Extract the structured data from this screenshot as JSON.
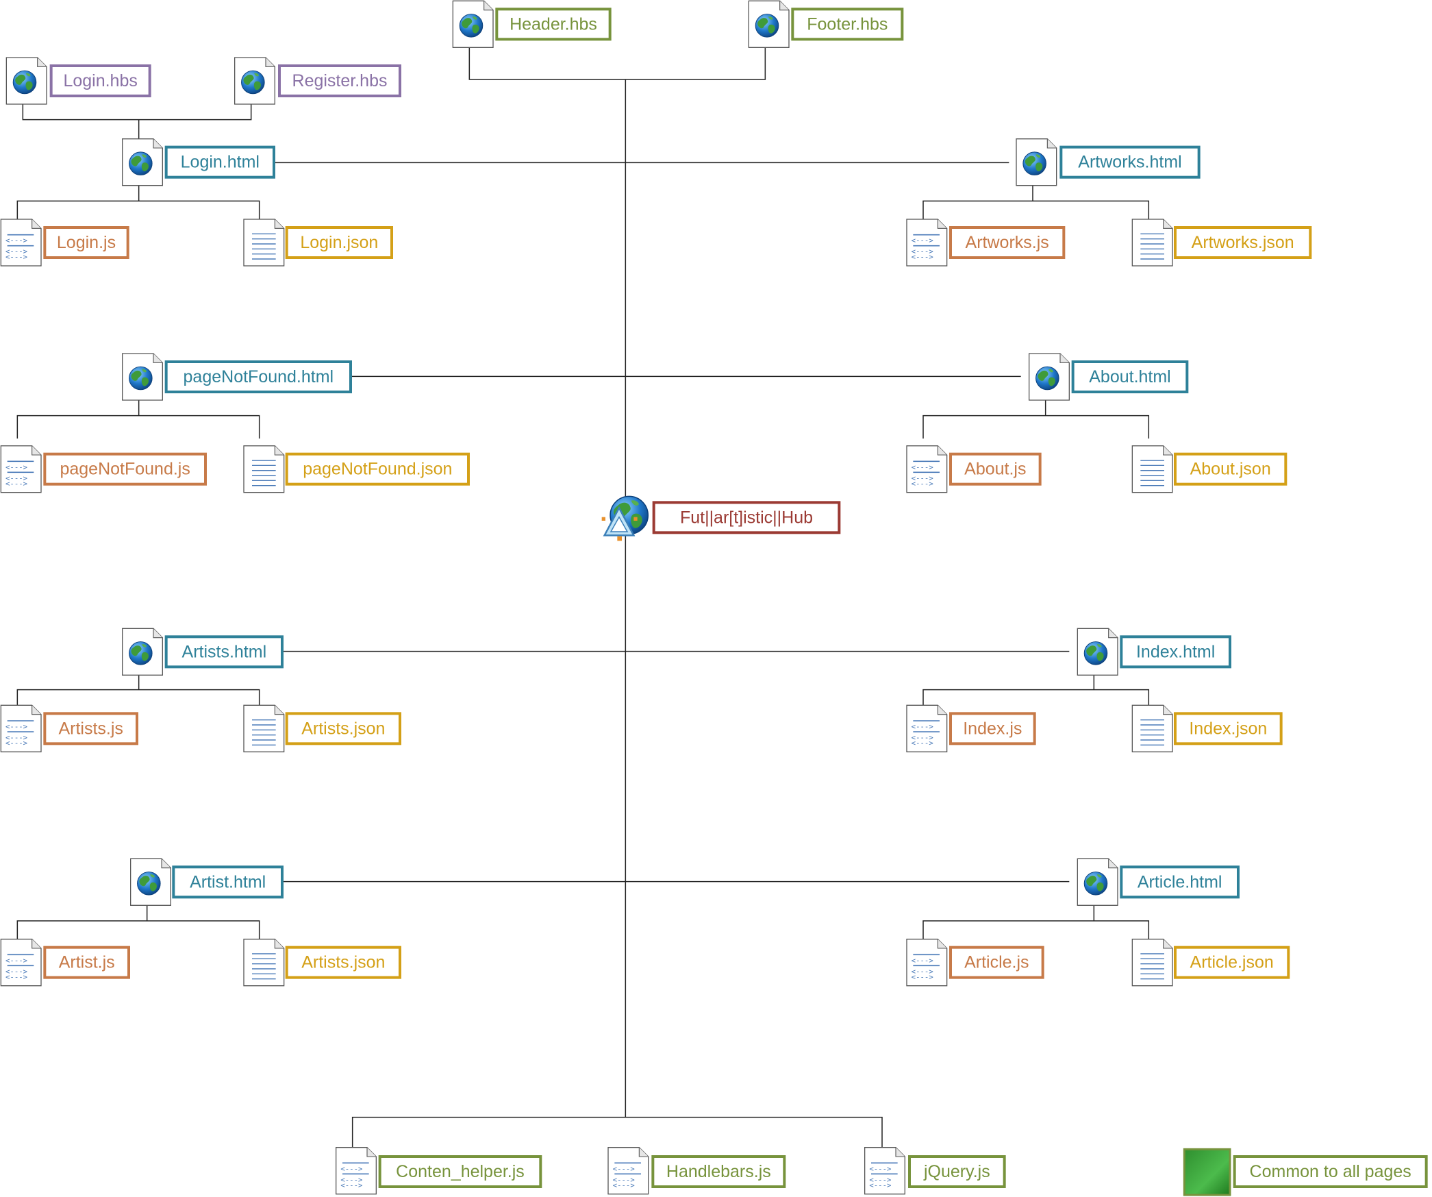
{
  "colors": {
    "hbs": "#8a72a6",
    "html": "#2e8199",
    "js": "#c77a48",
    "json": "#d4a017",
    "common": "#77933c",
    "root": "#9b3a33"
  },
  "root": {
    "label": "Fut||ar[t]istic||Hub",
    "icon": "website-globe-icon"
  },
  "shared_templates": [
    {
      "id": "header-hbs",
      "label": "Header.hbs",
      "kind": "common",
      "icon": "web-page-icon"
    },
    {
      "id": "footer-hbs",
      "label": "Footer.hbs",
      "kind": "common",
      "icon": "web-page-icon"
    }
  ],
  "login_templates": [
    {
      "id": "login-hbs",
      "label": "Login.hbs",
      "kind": "hbs",
      "icon": "web-page-icon"
    },
    {
      "id": "register-hbs",
      "label": "Register.hbs",
      "kind": "hbs",
      "icon": "web-page-icon"
    }
  ],
  "pages": [
    {
      "id": "login",
      "html": "Login.html",
      "js": "Login.js",
      "json": "Login.json"
    },
    {
      "id": "artworks",
      "html": "Artworks.html",
      "js": "Artworks.js",
      "json": "Artworks.json"
    },
    {
      "id": "pagenotfound",
      "html": "pageNotFound.html",
      "js": "pageNotFound.js",
      "json": "pageNotFound.json"
    },
    {
      "id": "about",
      "html": "About.html",
      "js": "About.js",
      "json": "About.json"
    },
    {
      "id": "artists",
      "html": "Artists.html",
      "js": "Artists.js",
      "json": "Artists.json"
    },
    {
      "id": "index",
      "html": "Index.html",
      "js": "Index.js",
      "json": "Index.json"
    },
    {
      "id": "artist",
      "html": "Artist.html",
      "js": "Artist.js",
      "json": "Artists.json"
    },
    {
      "id": "article",
      "html": "Article.html",
      "js": "Article.js",
      "json": "Article.json"
    }
  ],
  "libraries": [
    {
      "id": "conten-helper-js",
      "label": "Conten_helper.js",
      "kind": "common",
      "icon": "script-file-icon"
    },
    {
      "id": "handlebars-js",
      "label": "Handlebars.js",
      "kind": "common",
      "icon": "script-file-icon"
    },
    {
      "id": "jquery-js",
      "label": "jQuery.js",
      "kind": "common",
      "icon": "script-file-icon"
    }
  ],
  "legend": {
    "label": "Common to all pages",
    "kind": "common"
  }
}
